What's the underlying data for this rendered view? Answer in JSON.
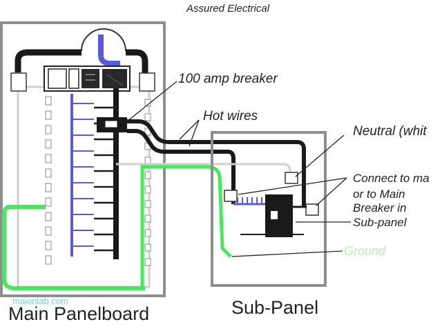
{
  "header": {
    "company": "Assured Electrical"
  },
  "labels": {
    "breaker": "100 amp breaker",
    "hot_wires": "Hot wires",
    "neutral": "Neutral (whit",
    "connect_1": "Connect to ma",
    "connect_2": "or to Main",
    "connect_3": "Breaker in",
    "connect_4": "Sub-panel",
    "ground": "Ground",
    "main_panel": "Main Panelboard",
    "sub_panel": "Sub-Panel"
  },
  "watermark": "maionlab.com",
  "colors": {
    "ground_wire": "#44ea5a",
    "neutral_bus": "#5a5adc",
    "wire": "#1a1a1a",
    "panel_box": "#909090"
  }
}
